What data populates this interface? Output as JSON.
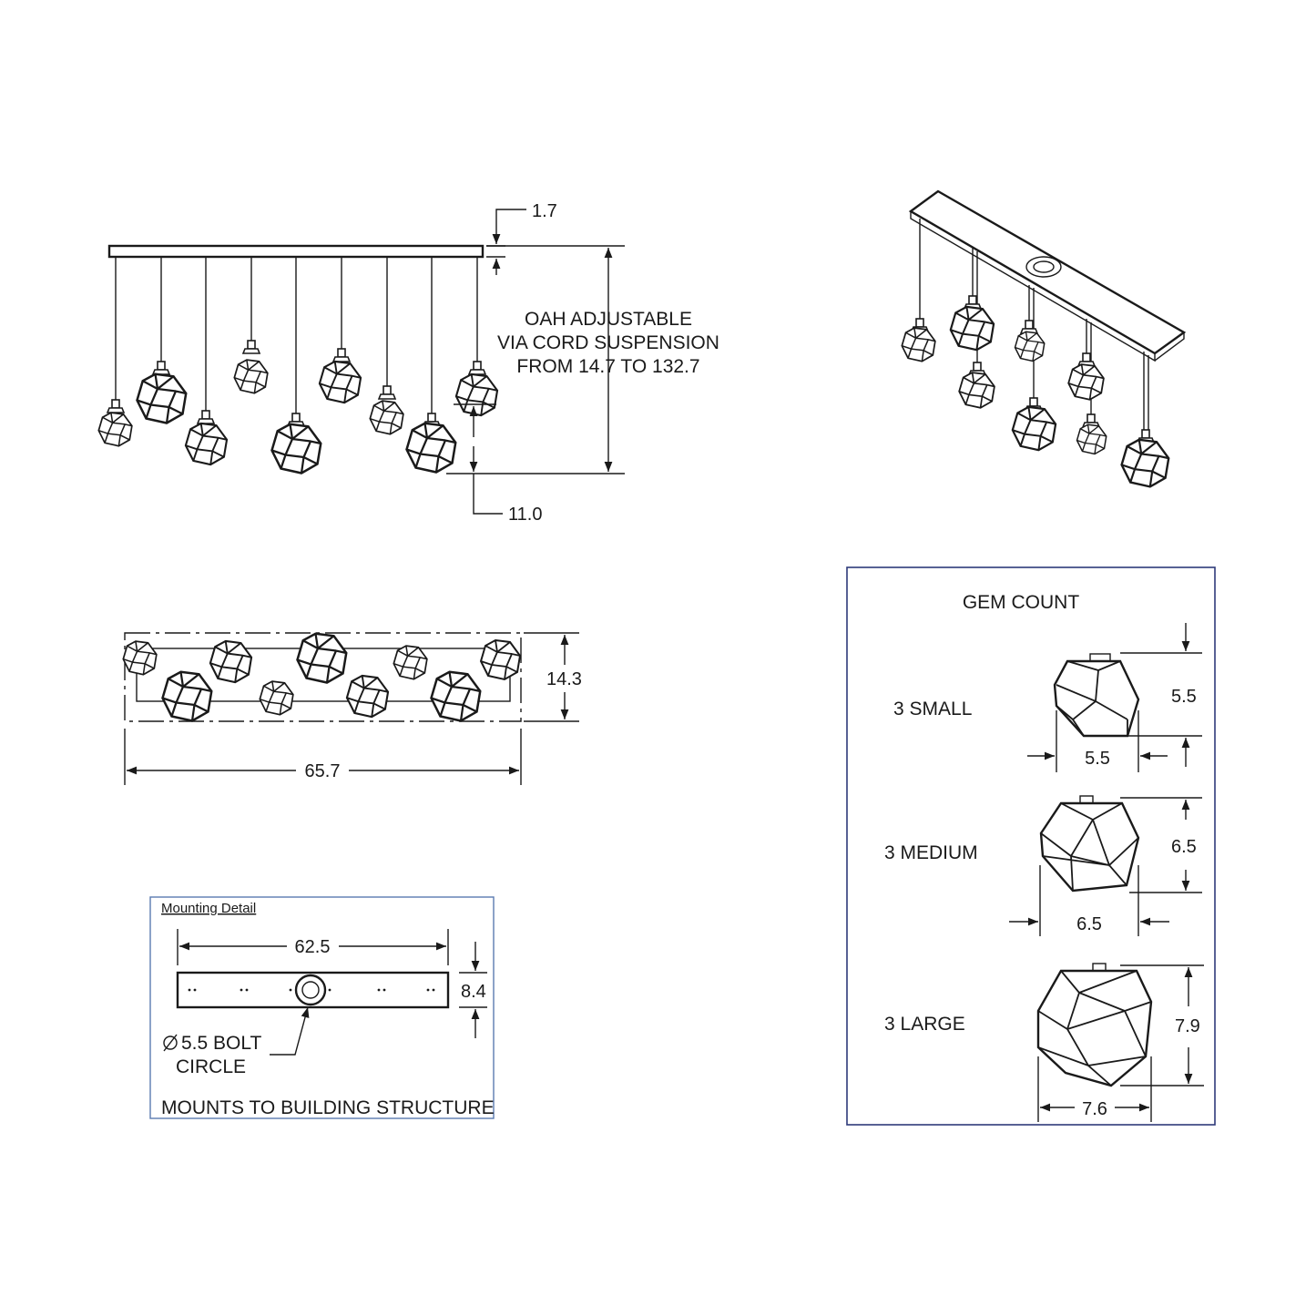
{
  "front_view": {
    "dim_canopy_height": "1.7",
    "oah_note": [
      "OAH ADJUSTABLE",
      "VIA CORD SUSPENSION",
      "FROM 14.7 TO 132.7"
    ],
    "dim_gem_drop": "11.0"
  },
  "top_view": {
    "dim_depth": "14.3",
    "dim_length": "65.7"
  },
  "mounting_detail": {
    "title": "Mounting  Detail",
    "dim_length": "62.5",
    "dim_width": "8.4",
    "bolt_circle_line1": "5.5 BOLT",
    "bolt_circle_line2": "CIRCLE",
    "footer": "MOUNTS TO BUILDING STRUCTURE"
  },
  "gem_count": {
    "title": "GEM COUNT",
    "items": [
      {
        "label": "3 SMALL",
        "height": "5.5",
        "width": "5.5"
      },
      {
        "label": "3 MEDIUM",
        "height": "6.5",
        "width": "6.5"
      },
      {
        "label": "3 LARGE",
        "height": "7.9",
        "width": "7.6"
      }
    ]
  }
}
